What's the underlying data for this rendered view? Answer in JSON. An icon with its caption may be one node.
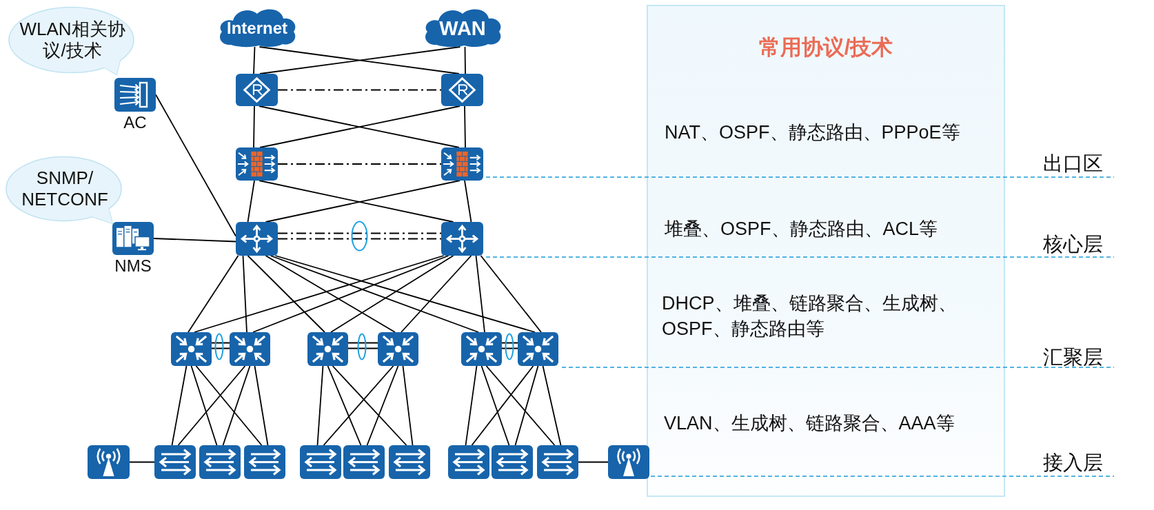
{
  "diagram": {
    "nodes": [
      {
        "text": [
          "WLAN相关协议/技术"
        ]
      },
      {
        "text": [
          "Internet"
        ]
      },
      {
        "text": [
          "WAN"
        ]
      },
      {
        "text": [],
        "shape": "picture"
      },
      {
        "text": [],
        "shape": "picture"
      },
      {
        "text": [
          "AC"
        ]
      },
      {
        "text": [],
        "shape": "picture"
      },
      {
        "text": [],
        "shape": "picture"
      },
      {
        "text": [
          "SNMP/ NETCONF"
        ]
      },
      {
        "text": [
          "NMS"
        ]
      },
      {
        "text": [],
        "shape": "picture"
      },
      {
        "text": [],
        "shape": "picture"
      },
      {
        "text": [
          "常用协议/技术",
          "NAT、OSPF、静态路由、PPPoE等",
          "堆叠、OSPF、静态路由、ACL等",
          "DHCP、堆叠、链路聚合、生成树、OSPF、静态路由等",
          "VLAN、生成树、链路聚合、AAA等"
        ]
      },
      {
        "text": [],
        "shape": "picture"
      },
      {
        "text": [],
        "shape": "picture"
      },
      {
        "text": [],
        "shape": "picture"
      },
      {
        "text": [],
        "shape": "picture"
      },
      {
        "text": [],
        "shape": "picture"
      },
      {
        "text": [],
        "shape": "picture"
      },
      {
        "text": [],
        "shape": "picture"
      },
      {
        "text": [],
        "shape": "picture"
      },
      {
        "text": [],
        "shape": "picture"
      },
      {
        "text": [],
        "shape": "picture"
      },
      {
        "text": [],
        "shape": "picture"
      },
      {
        "text": [],
        "shape": "picture"
      },
      {
        "text": [],
        "shape": "picture"
      },
      {
        "text": [],
        "shape": "picture"
      },
      {
        "text": [],
        "shape": "picture"
      },
      {
        "text": [],
        "shape": "picture"
      },
      {
        "text": [],
        "shape": "picture"
      }
    ],
    "edges": [
      {
        "from": 1,
        "to": 3,
        "arrow": "none"
      },
      {
        "from": 1,
        "to": 4,
        "arrow": "none"
      },
      {
        "from": 2,
        "to": 3,
        "arrow": "none"
      },
      {
        "from": 2,
        "to": 4,
        "arrow": "none"
      },
      {
        "from": 3,
        "to": 4,
        "arrow": "none",
        "style": "dashed"
      },
      {
        "from": 3,
        "to": 6,
        "arrow": "none"
      },
      {
        "from": 3,
        "to": 7,
        "arrow": "none"
      },
      {
        "from": 4,
        "to": 6,
        "arrow": "none"
      },
      {
        "from": 4,
        "to": 7,
        "arrow": "none"
      },
      {
        "from": 6,
        "to": 7,
        "arrow": "none",
        "style": "dashed"
      },
      {
        "from": 6,
        "to": 10,
        "arrow": "none"
      },
      {
        "from": 6,
        "to": 11,
        "arrow": "none"
      },
      {
        "from": 7,
        "to": 10,
        "arrow": "none"
      },
      {
        "from": 7,
        "to": 11,
        "arrow": "none"
      },
      {
        "from": 10,
        "to": 11,
        "arrow": "none",
        "style": "dashed"
      },
      {
        "from": 5,
        "to": 10,
        "arrow": "none"
      },
      {
        "from": 9,
        "to": 10,
        "arrow": "none"
      },
      {
        "from": 10,
        "to": 13,
        "arrow": "none"
      },
      {
        "from": 10,
        "to": 14,
        "arrow": "none"
      },
      {
        "from": 10,
        "to": 15,
        "arrow": "none"
      },
      {
        "from": 10,
        "to": 16,
        "arrow": "none"
      },
      {
        "from": 10,
        "to": 17,
        "arrow": "none"
      },
      {
        "from": 10,
        "to": 18,
        "arrow": "none"
      },
      {
        "from": 11,
        "to": 13,
        "arrow": "none"
      },
      {
        "from": 11,
        "to": 14,
        "arrow": "none"
      },
      {
        "from": 11,
        "to": 15,
        "arrow": "none"
      },
      {
        "from": 11,
        "to": 16,
        "arrow": "none"
      },
      {
        "from": 11,
        "to": 17,
        "arrow": "none"
      },
      {
        "from": 11,
        "to": 18,
        "arrow": "none"
      },
      {
        "from": 13,
        "to": 20,
        "arrow": "none"
      },
      {
        "from": 13,
        "to": 21,
        "arrow": "none"
      },
      {
        "from": 13,
        "to": 22,
        "arrow": "none"
      },
      {
        "from": 14,
        "to": 20,
        "arrow": "none"
      },
      {
        "from": 14,
        "to": 21,
        "arrow": "none"
      },
      {
        "from": 14,
        "to": 22,
        "arrow": "none"
      },
      {
        "from": 15,
        "to": 23,
        "arrow": "none"
      },
      {
        "from": 15,
        "to": 24,
        "arrow": "none"
      },
      {
        "from": 15,
        "to": 25,
        "arrow": "none"
      },
      {
        "from": 16,
        "to": 23,
        "arrow": "none"
      },
      {
        "from": 16,
        "to": 24,
        "arrow": "none"
      },
      {
        "from": 16,
        "to": 25,
        "arrow": "none"
      },
      {
        "from": 17,
        "to": 26,
        "arrow": "none"
      },
      {
        "from": 17,
        "to": 27,
        "arrow": "none"
      },
      {
        "from": 17,
        "to": 28,
        "arrow": "none"
      },
      {
        "from": 18,
        "to": 26,
        "arrow": "none"
      },
      {
        "from": 18,
        "to": 27,
        "arrow": "none"
      },
      {
        "from": 18,
        "to": 28,
        "arrow": "none"
      },
      {
        "from": 19,
        "to": 20,
        "arrow": "none"
      },
      {
        "from": 28,
        "to": 29,
        "arrow": "none"
      },
      {
        "from": 13,
        "to": 14,
        "arrow": "none"
      },
      {
        "from": 15,
        "to": 16,
        "arrow": "none"
      },
      {
        "from": 17,
        "to": 18,
        "arrow": "none"
      }
    ],
    "labels": [
      "出口区",
      "核心层",
      "汇聚层",
      "接入层"
    ]
  }
}
